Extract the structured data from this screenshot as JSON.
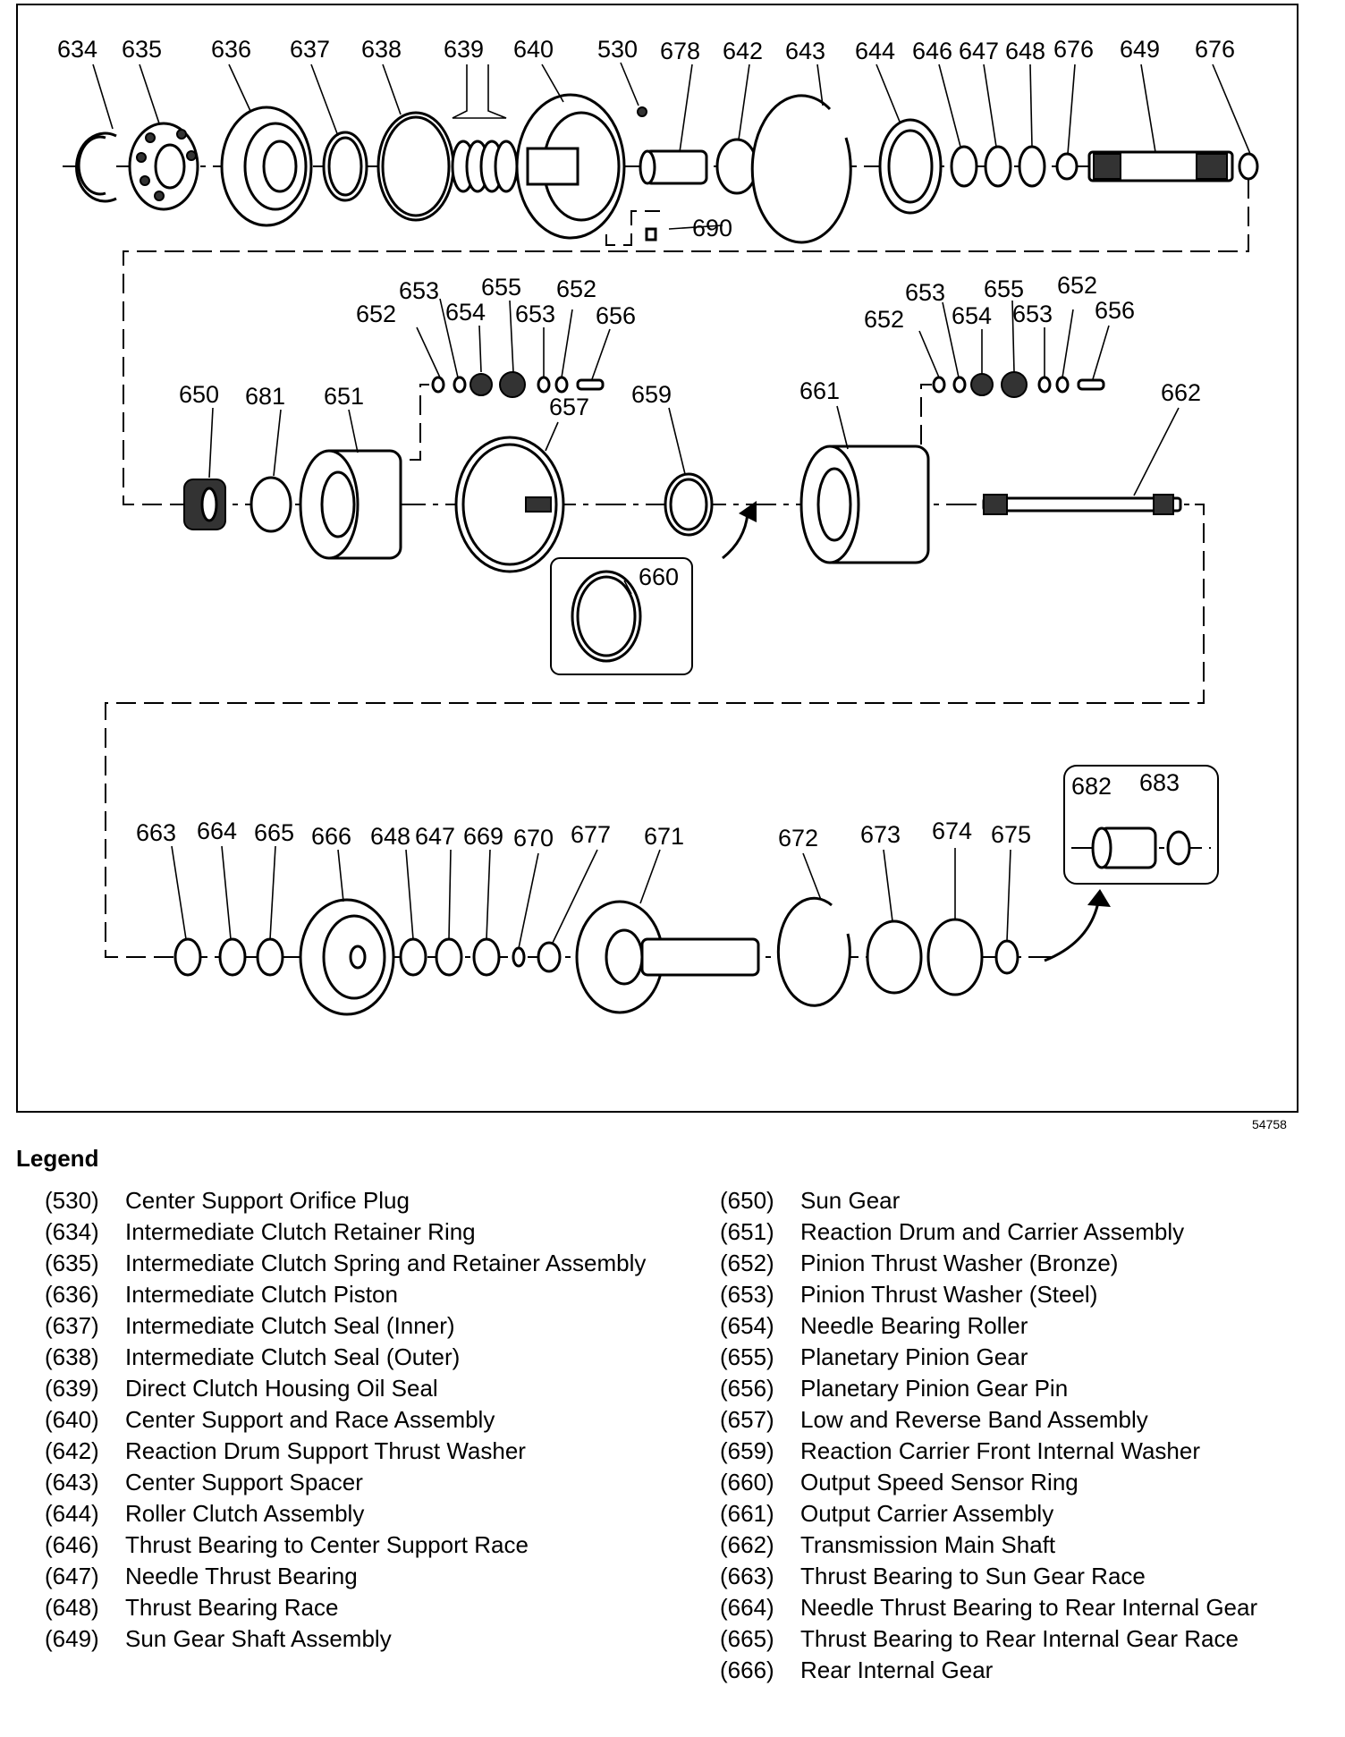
{
  "figure_id": "54758",
  "legend_title": "Legend",
  "callouts": {
    "c634": "634",
    "c635": "635",
    "c636": "636",
    "c637": "637",
    "c638": "638",
    "c639": "639",
    "c640": "640",
    "c530": "530",
    "c678": "678",
    "c642": "642",
    "c643": "643",
    "c644": "644",
    "c646": "646",
    "c647": "647",
    "c648": "648",
    "c676": "676",
    "c649": "649",
    "c690": "690",
    "c650": "650",
    "c681": "681",
    "c651": "651",
    "c652": "652",
    "c653": "653",
    "c654": "654",
    "c655": "655",
    "c656": "656",
    "c657": "657",
    "c659": "659",
    "c660": "660",
    "c661": "661",
    "c662": "662",
    "c663": "663",
    "c664": "664",
    "c665": "665",
    "c666": "666",
    "c669": "669",
    "c670": "670",
    "c677": "677",
    "c671": "671",
    "c672": "672",
    "c673": "673",
    "c674": "674",
    "c675": "675",
    "c682": "682",
    "c683": "683"
  },
  "legend_left": [
    {
      "num": "(530)",
      "desc": "Center Support Orifice Plug"
    },
    {
      "num": "(634)",
      "desc": "Intermediate Clutch Retainer Ring"
    },
    {
      "num": "(635)",
      "desc": "Intermediate Clutch Spring and Retainer Assembly"
    },
    {
      "num": "(636)",
      "desc": "Intermediate Clutch Piston"
    },
    {
      "num": "(637)",
      "desc": "Intermediate Clutch Seal (Inner)"
    },
    {
      "num": "(638)",
      "desc": "Intermediate Clutch Seal (Outer)"
    },
    {
      "num": "(639)",
      "desc": "Direct Clutch Housing Oil Seal"
    },
    {
      "num": "(640)",
      "desc": "Center Support and Race Assembly"
    },
    {
      "num": "(642)",
      "desc": "Reaction Drum Support Thrust Washer"
    },
    {
      "num": "(643)",
      "desc": "Center Support Spacer"
    },
    {
      "num": "(644)",
      "desc": "Roller Clutch Assembly"
    },
    {
      "num": "(646)",
      "desc": "Thrust Bearing to Center Support Race"
    },
    {
      "num": "(647)",
      "desc": "Needle Thrust Bearing"
    },
    {
      "num": "(648)",
      "desc": "Thrust Bearing Race"
    },
    {
      "num": "(649)",
      "desc": "Sun Gear Shaft Assembly"
    }
  ],
  "legend_right": [
    {
      "num": "(650)",
      "desc": "Sun Gear"
    },
    {
      "num": "(651)",
      "desc": "Reaction Drum and Carrier Assembly"
    },
    {
      "num": "(652)",
      "desc": "Pinion Thrust Washer (Bronze)"
    },
    {
      "num": "(653)",
      "desc": "Pinion Thrust Washer (Steel)"
    },
    {
      "num": "(654)",
      "desc": "Needle Bearing Roller"
    },
    {
      "num": "(655)",
      "desc": "Planetary Pinion Gear"
    },
    {
      "num": "(656)",
      "desc": "Planetary Pinion Gear Pin"
    },
    {
      "num": "(657)",
      "desc": "Low and Reverse Band Assembly"
    },
    {
      "num": "(659)",
      "desc": "Reaction Carrier Front Internal Washer"
    },
    {
      "num": "(660)",
      "desc": "Output Speed Sensor Ring"
    },
    {
      "num": "(661)",
      "desc": "Output Carrier Assembly"
    },
    {
      "num": "(662)",
      "desc": "Transmission Main Shaft"
    },
    {
      "num": "(663)",
      "desc": "Thrust Bearing to Sun Gear Race"
    },
    {
      "num": "(664)",
      "desc": "Needle Thrust Bearing to Rear Internal Gear"
    },
    {
      "num": "(665)",
      "desc": "Thrust Bearing to Rear Internal Gear Race"
    },
    {
      "num": "(666)",
      "desc": "Rear Internal Gear"
    }
  ]
}
